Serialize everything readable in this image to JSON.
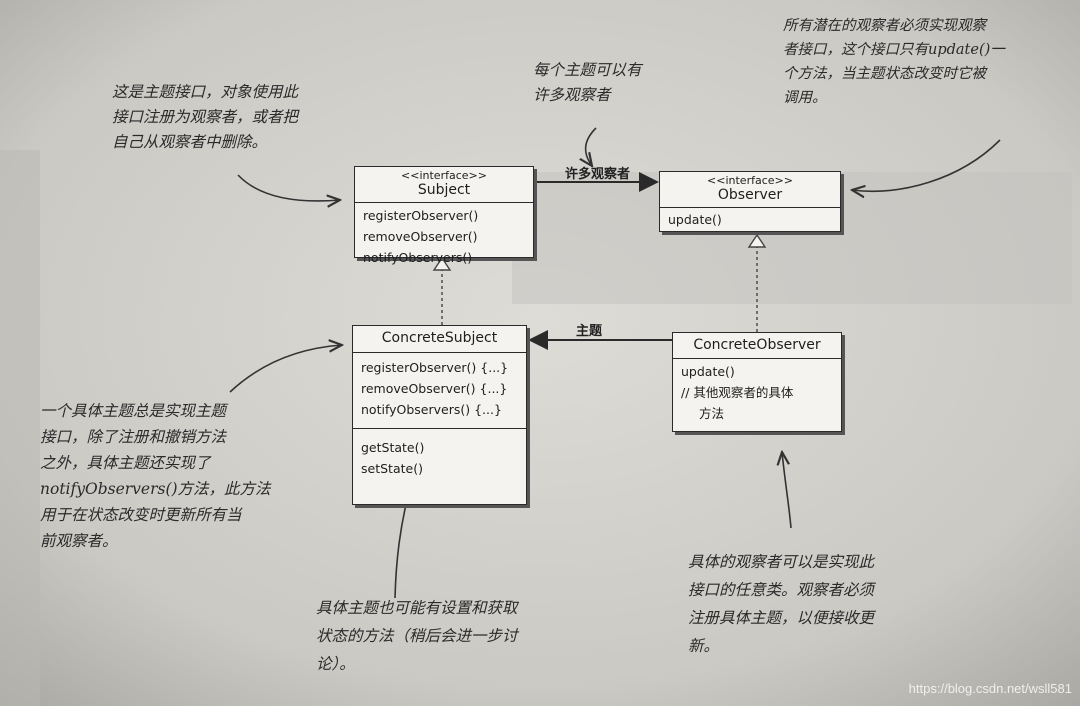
{
  "diagram": {
    "subject": {
      "stereotype": "<<interface>>",
      "name": "Subject",
      "methods": [
        "registerObserver()",
        "removeObserver()",
        "notifyObservers()"
      ]
    },
    "observer": {
      "stereotype": "<<interface>>",
      "name": "Observer",
      "methods": [
        "update()"
      ]
    },
    "concrete_subject": {
      "name": "ConcreteSubject",
      "methods": [
        "registerObserver() {...}",
        "removeObserver() {...}",
        "notifyObservers() {...}"
      ],
      "extra_methods": [
        "getState()",
        "setState()"
      ]
    },
    "concrete_observer": {
      "name": "ConcreteObserver",
      "methods": [
        "update()",
        "// 其他观察者的具体",
        "方法"
      ]
    },
    "edges": {
      "subject_observer": "许多观察者",
      "observer_subject": "主题"
    }
  },
  "notes": {
    "subject_interface": [
      "这是主题接口，对象使用此",
      "接口注册为观察者，或者把",
      "自己从观察者中删除。"
    ],
    "many_observers": [
      "每个主题可以有",
      "许多观察者"
    ],
    "observer_interface": [
      "所有潜在的观察者必须实现观察",
      "者接口，这个接口只有update()一",
      "个方法，当主题状态改变时它被",
      "调用。"
    ],
    "concrete_subject": [
      "一个具体主题总是实现主题",
      "接口，除了注册和撤销方法",
      "之外，具体主题还实现了",
      "notifyObservers()方法，此方法",
      "用于在状态改变时更新所有当",
      "前观察者。"
    ],
    "state_methods": [
      "具体主题也可能有设置和获取",
      "状态的方法（稍后会进一步讨",
      "论）。"
    ],
    "concrete_observer": [
      "具体的观察者可以是实现此",
      "接口的任意类。观察者必须",
      "注册具体主题，以便接收更",
      "新。"
    ]
  },
  "watermark": "https://blog.csdn.net/wsll581",
  "colors": {
    "paper": "#cfcdc8",
    "box": "#f4f3ef",
    "ink": "#2a2a2a"
  }
}
